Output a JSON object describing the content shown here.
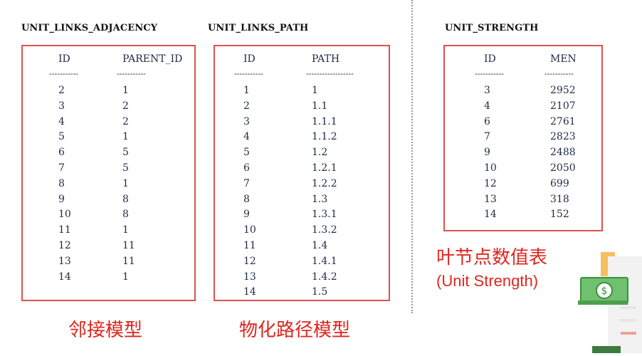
{
  "tables": [
    {
      "name": "UNIT_LINKS_ADJACENCY",
      "columns": [
        "ID",
        "PARENT_ID"
      ],
      "dashes": [
        "-----------",
        "-----------"
      ],
      "rows": [
        [
          "2",
          "1"
        ],
        [
          "3",
          "2"
        ],
        [
          "4",
          "2"
        ],
        [
          "5",
          "1"
        ],
        [
          "6",
          "5"
        ],
        [
          "7",
          "5"
        ],
        [
          "8",
          "1"
        ],
        [
          "9",
          "8"
        ],
        [
          "10",
          "8"
        ],
        [
          "11",
          "1"
        ],
        [
          "12",
          "11"
        ],
        [
          "13",
          "11"
        ],
        [
          "14",
          "1"
        ]
      ],
      "caption": "邻接模型"
    },
    {
      "name": "UNIT_LINKS_PATH",
      "columns": [
        "ID",
        "PATH"
      ],
      "dashes": [
        "-----------",
        "------------------"
      ],
      "rows": [
        [
          "1",
          "1"
        ],
        [
          "2",
          "1.1"
        ],
        [
          "3",
          "1.1.1"
        ],
        [
          "4",
          "1.1.2"
        ],
        [
          "5",
          "1.2"
        ],
        [
          "6",
          "1.2.1"
        ],
        [
          "7",
          "1.2.2"
        ],
        [
          "8",
          "1.3"
        ],
        [
          "9",
          "1.3.1"
        ],
        [
          "10",
          "1.3.2"
        ],
        [
          "11",
          "1.4"
        ],
        [
          "12",
          "1.4.1"
        ],
        [
          "13",
          "1.4.2"
        ],
        [
          "14",
          "1.5"
        ]
      ],
      "caption": "物化路径模型"
    },
    {
      "name": "UNIT_STRENGTH",
      "columns": [
        "ID",
        "MEN"
      ],
      "dashes": [
        "-----------",
        "-----------"
      ],
      "rows": [
        [
          "3",
          "2952"
        ],
        [
          "4",
          "2107"
        ],
        [
          "6",
          "2761"
        ],
        [
          "7",
          "2823"
        ],
        [
          "9",
          "2488"
        ],
        [
          "10",
          "2050"
        ],
        [
          "12",
          "699"
        ],
        [
          "13",
          "318"
        ],
        [
          "14",
          "152"
        ]
      ],
      "caption": "叶节点数值表",
      "caption_en": "(Unit Strength)"
    }
  ],
  "colors": {
    "border": "#d9534f",
    "caption": "#e0261f",
    "text": "#1f2a44",
    "money": "#5cb85c"
  },
  "icons": [
    "money-stack-icon"
  ]
}
